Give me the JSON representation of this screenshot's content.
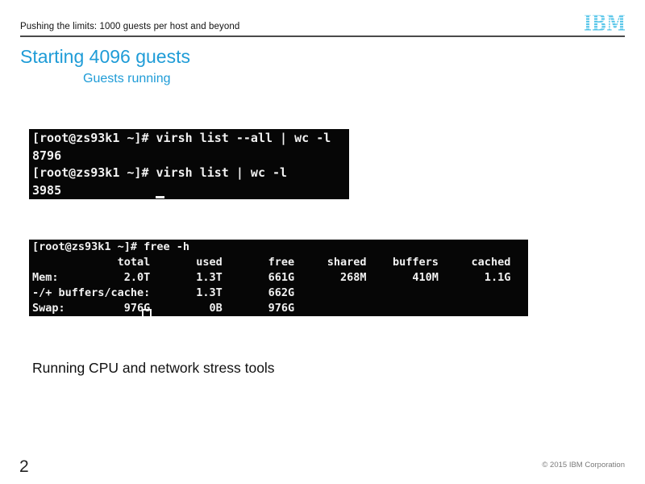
{
  "header": {
    "running_title": "Pushing the limits: 1000 guests per host and beyond",
    "logo_text": "IBM"
  },
  "slide": {
    "title": "Starting 4096 guests",
    "subtitle": "Guests running",
    "body_text": "Running CPU and network stress tools"
  },
  "terminal1": {
    "lines": [
      "[root@zs93k1 ~]# virsh list --all | wc -l",
      "8796",
      "[root@zs93k1 ~]# virsh list | wc -l",
      "3985"
    ]
  },
  "terminal2": {
    "lines": [
      "[root@zs93k1 ~]# free -h",
      "             total       used       free     shared    buffers     cached",
      "Mem:          2.0T       1.3T       661G       268M       410M       1.1G",
      "-/+ buffers/cache:       1.3T       662G",
      "Swap:         976G         0B       976G"
    ]
  },
  "footer": {
    "page_number": "2",
    "copyright": "© 2015 IBM Corporation"
  },
  "colors": {
    "accent_blue": "#1f9cd7",
    "ibm_logo_blue": "#4fc3e8",
    "terminal_bg": "#060606",
    "terminal_fg": "#f1f1f1",
    "rule_gray": "#4a4a4a",
    "copyright_gray": "#7a7a7a"
  }
}
